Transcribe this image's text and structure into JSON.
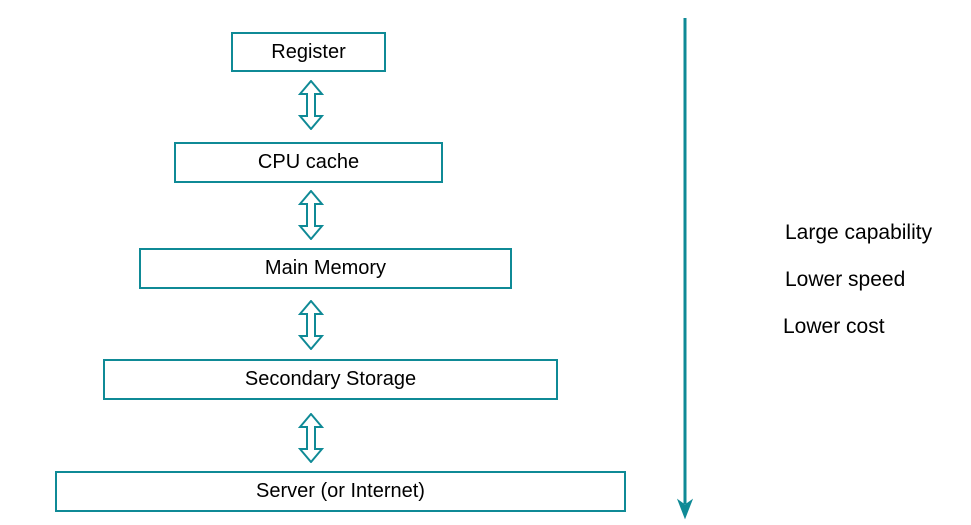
{
  "diagram": {
    "levels": [
      {
        "label": "Register"
      },
      {
        "label": "CPU cache"
      },
      {
        "label": "Main Memory"
      },
      {
        "label": "Secondary Storage"
      },
      {
        "label": "Server (or Internet)"
      }
    ],
    "trend_labels": [
      "Large capability",
      "Lower speed",
      "Lower cost"
    ]
  },
  "colors": {
    "accent": "#0f8a96",
    "text": "#000000",
    "background": "#ffffff"
  }
}
